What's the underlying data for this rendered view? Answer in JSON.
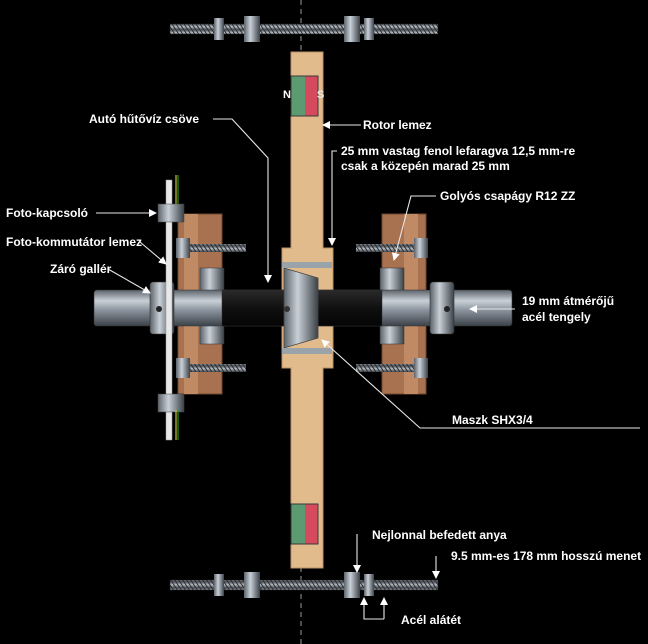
{
  "magnet_pole_n": "N",
  "magnet_pole_s": "S",
  "labels": {
    "coolant_pipe": "Autó hűtővíz csöve",
    "rotor_plate": "Rotor lemez",
    "phenolic_line1": "25 mm vastag fenol lefaragva 12,5 mm-re",
    "phenolic_line2": "csak a közepén marad 25 mm",
    "photo_switch": "Foto-kapcsoló",
    "ball_bearing": "Golyós csapágy R12 ZZ",
    "photo_commutator": "Foto-kommutátor lemez",
    "locking_collar": "Záró gallér",
    "shaft_line1": "19 mm átmérőjű",
    "shaft_line2": "acél tengely",
    "bushing": "Maszk SHX3/4",
    "nylon_nut": "Nejlonnal befedett anya",
    "threaded_rod": "9.5 mm-es 178 mm hosszú menet",
    "steel_washer": "Acél alátét"
  },
  "colors": {
    "background": "#000000",
    "rotor": "#e2bb8d",
    "bearing_block": "#a8714f",
    "magnet_north": "#5c9a72",
    "magnet_south": "#d64a5e",
    "steel": "#8d96a0",
    "pipe": "#151515"
  }
}
